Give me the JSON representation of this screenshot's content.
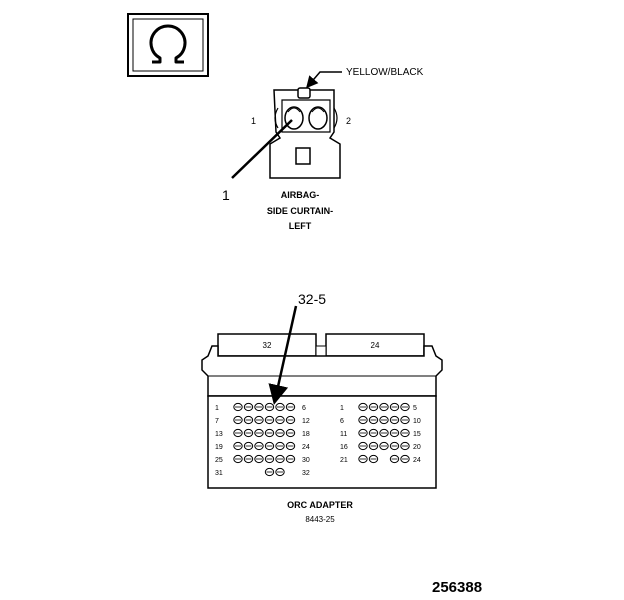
{
  "ohmmeter_icon": {
    "symbol": "Ω",
    "icon": "ohm-symbol-icon"
  },
  "airbag_connector": {
    "wire_color_label": "YELLOW/BLACK",
    "pin_labels": [
      "1",
      "2"
    ],
    "callout": "1",
    "name_lines": [
      "AIRBAG-",
      "SIDE CURTAIN-",
      "LEFT"
    ]
  },
  "orc_adapter": {
    "callout": "32-5",
    "block_labels": [
      "32",
      "24"
    ],
    "left_block": {
      "rows": [
        {
          "start": "1",
          "end": "6",
          "cavities": 6
        },
        {
          "start": "7",
          "end": "12",
          "cavities": 6
        },
        {
          "start": "13",
          "end": "18",
          "cavities": 6
        },
        {
          "start": "19",
          "end": "24",
          "cavities": 6
        },
        {
          "start": "25",
          "end": "30",
          "cavities": 6
        },
        {
          "start": "31",
          "end": "32",
          "cavities": 2
        }
      ]
    },
    "right_block": {
      "rows": [
        {
          "start": "1",
          "end": "5",
          "cavities": 5
        },
        {
          "start": "6",
          "end": "10",
          "cavities": 5
        },
        {
          "start": "11",
          "end": "15",
          "cavities": 5
        },
        {
          "start": "16",
          "end": "20",
          "cavities": 5
        },
        {
          "start": "21",
          "end": "24",
          "cavities": 4
        }
      ]
    },
    "name": "ORC ADAPTER",
    "part_number": "8443-25"
  },
  "figure_number": "256388"
}
